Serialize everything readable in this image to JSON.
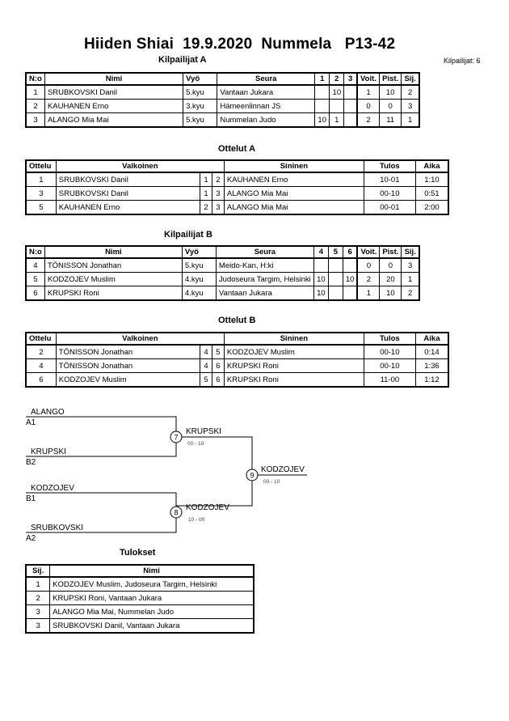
{
  "title": "Hiiden Shiai  19.9.2020  Nummela   P13-42",
  "competitors_count": "Kilpailijat: 6",
  "poolA": {
    "heading": "Kilpailijat A",
    "headers": [
      "N:o",
      "Nimi",
      "Vyö",
      "Seura",
      "1",
      "2",
      "3",
      "Voit.",
      "Pist.",
      "Sij."
    ],
    "rows": [
      [
        "1",
        "SRUBKOVSKI Danil",
        "5.kyu",
        "Vantaan Jukara",
        "",
        "10",
        "",
        "1",
        "10",
        "2"
      ],
      [
        "2",
        "KAUHANEN Erno",
        "3.kyu",
        "Hämeenlinnan JS",
        "",
        "",
        "",
        "0",
        "0",
        "3"
      ],
      [
        "3",
        "ALANGO Mia Mai",
        "5.kyu",
        "Nummelan Judo",
        "10",
        "1",
        "",
        "2",
        "11",
        "1"
      ]
    ]
  },
  "matchesA": {
    "heading": "Ottelut A",
    "headers": [
      "Ottelu",
      "Valkoinen",
      "Sininen",
      "Tulos",
      "Aika"
    ],
    "rows": [
      [
        "1",
        "SRUBKOVSKI Danil",
        "1",
        "2",
        "KAUHANEN Erno",
        "10-01",
        "1:10"
      ],
      [
        "3",
        "SRUBKOVSKI Danil",
        "1",
        "3",
        "ALANGO Mia Mai",
        "00-10",
        "0:51"
      ],
      [
        "5",
        "KAUHANEN Erno",
        "2",
        "3",
        "ALANGO Mia Mai",
        "00-01",
        "2:00"
      ]
    ]
  },
  "poolB": {
    "heading": "Kilpailijat B",
    "headers": [
      "N:o",
      "Nimi",
      "Vyö",
      "Seura",
      "4",
      "5",
      "6",
      "Voit.",
      "Pist.",
      "Sij."
    ],
    "rows": [
      [
        "4",
        "TÖNISSON Jonathan",
        "5.kyu",
        "Meido-Kan, H:ki",
        "",
        "",
        "",
        "0",
        "0",
        "3"
      ],
      [
        "5",
        "KODZOJEV Muslim",
        "4.kyu",
        "Judoseura Targim, Helsinki",
        "10",
        "",
        "10",
        "2",
        "20",
        "1"
      ],
      [
        "6",
        "KRUPSKI Roni",
        "4.kyu",
        "Vantaan Jukara",
        "10",
        "",
        "",
        "1",
        "10",
        "2"
      ]
    ]
  },
  "matchesB": {
    "heading": "Ottelut B",
    "headers": [
      "Ottelu",
      "Valkoinen",
      "Sininen",
      "Tulos",
      "Aika"
    ],
    "rows": [
      [
        "2",
        "TÖNISSON Jonathan",
        "4",
        "5",
        "KODZOJEV Muslim",
        "00-10",
        "0:14"
      ],
      [
        "4",
        "TÖNISSON Jonathan",
        "4",
        "6",
        "KRUPSKI Roni",
        "00-10",
        "1:36"
      ],
      [
        "6",
        "KODZOJEV Muslim",
        "5",
        "6",
        "KRUPSKI Roni",
        "11-00",
        "1:12"
      ]
    ]
  },
  "bracket": {
    "e1": {
      "name": "ALANGO",
      "seed": "A1"
    },
    "e2": {
      "name": "KRUPSKI",
      "seed": "B2"
    },
    "e3": {
      "name": "KODZOJEV",
      "seed": "B1"
    },
    "e4": {
      "name": "SRUBKOVSKI",
      "seed": "A2"
    },
    "m7": {
      "num": "7",
      "winner": "KRUPSKI",
      "score": "00 - 10"
    },
    "m8": {
      "num": "8",
      "winner": "KODZOJEV",
      "score": "10 - 00"
    },
    "m9": {
      "num": "9",
      "winner": "KODZOJEV",
      "score": "00 - 10"
    }
  },
  "results": {
    "heading": "Tulokset",
    "headers": [
      "Sij.",
      "Nimi"
    ],
    "rows": [
      [
        "1",
        "KODZOJEV Muslim, Judoseura Targim, Helsinki"
      ],
      [
        "2",
        "KRUPSKI Roni, Vantaan Jukara"
      ],
      [
        "3",
        "ALANGO Mia Mai, Nummelan Judo"
      ],
      [
        "3",
        "SRUBKOVSKI Danil, Vantaan Jukara"
      ]
    ]
  }
}
